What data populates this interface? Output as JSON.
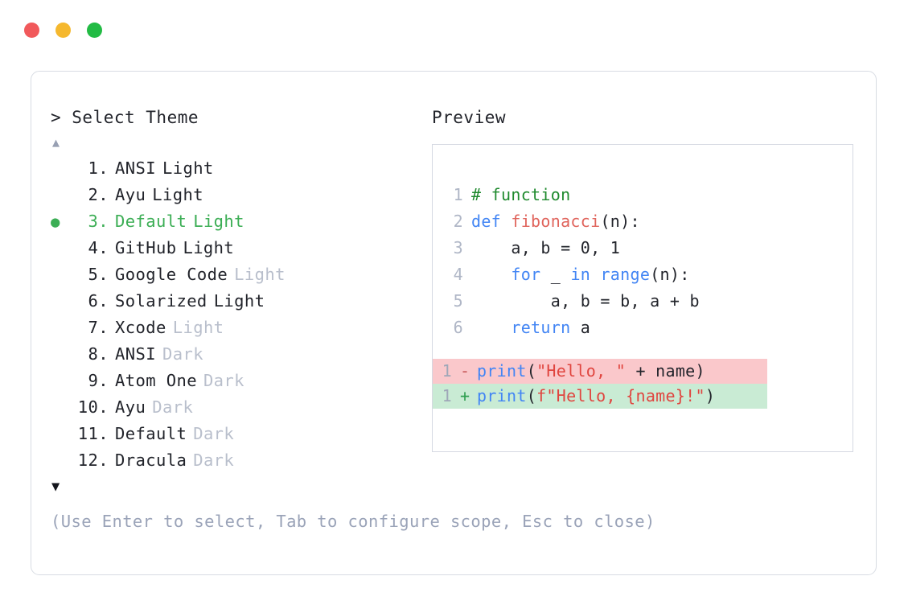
{
  "window": {
    "buttons": [
      {
        "name": "close",
        "color": "#F1595B"
      },
      {
        "name": "minimize",
        "color": "#F5B82E"
      },
      {
        "name": "maximize",
        "color": "#22BB44"
      }
    ]
  },
  "prompt": {
    "symbol": ">",
    "label": "Select Theme",
    "text": "> Select Theme"
  },
  "scroll": {
    "up_glyph": "▲",
    "down_glyph": "▼"
  },
  "selection": {
    "bullet_glyph": "●",
    "selected_index": 3,
    "accent_color": "#3CAE55"
  },
  "themes": [
    {
      "num": "1.",
      "name": "ANSI",
      "suffix": "Light",
      "dim": false,
      "selected": false,
      "bullet": ""
    },
    {
      "num": "2.",
      "name": "Ayu",
      "suffix": "Light",
      "dim": false,
      "selected": false,
      "bullet": ""
    },
    {
      "num": "3.",
      "name": "Default",
      "suffix": "Light",
      "dim": false,
      "selected": true,
      "bullet": "●"
    },
    {
      "num": "4.",
      "name": "GitHub",
      "suffix": "Light",
      "dim": false,
      "selected": false,
      "bullet": ""
    },
    {
      "num": "5.",
      "name": "Google Code",
      "suffix": "Light",
      "dim": true,
      "selected": false,
      "bullet": ""
    },
    {
      "num": "6.",
      "name": "Solarized",
      "suffix": "Light",
      "dim": false,
      "selected": false,
      "bullet": ""
    },
    {
      "num": "7.",
      "name": "Xcode",
      "suffix": "Light",
      "dim": true,
      "selected": false,
      "bullet": ""
    },
    {
      "num": "8.",
      "name": "ANSI",
      "suffix": "Dark",
      "dim": true,
      "selected": false,
      "bullet": ""
    },
    {
      "num": "9.",
      "name": "Atom One",
      "suffix": "Dark",
      "dim": true,
      "selected": false,
      "bullet": ""
    },
    {
      "num": "10.",
      "name": "Ayu",
      "suffix": "Dark",
      "dim": true,
      "selected": false,
      "bullet": ""
    },
    {
      "num": "11.",
      "name": "Default",
      "suffix": "Dark",
      "dim": true,
      "selected": false,
      "bullet": ""
    },
    {
      "num": "12.",
      "name": "Dracula",
      "suffix": "Dark",
      "dim": true,
      "selected": false,
      "bullet": ""
    }
  ],
  "footer": {
    "hint": "(Use Enter to select, Tab to configure scope, Esc to close)"
  },
  "preview": {
    "title": "Preview",
    "code_lines": [
      {
        "num": "1",
        "tokens": [
          {
            "t": "# function",
            "k": "comment"
          }
        ]
      },
      {
        "num": "2",
        "tokens": [
          {
            "t": "def ",
            "k": "kw"
          },
          {
            "t": "fibonacci",
            "k": "fn"
          },
          {
            "t": "(n):",
            "k": "plain"
          }
        ]
      },
      {
        "num": "3",
        "tokens": [
          {
            "t": "    a, b = 0, 1",
            "k": "plain"
          }
        ]
      },
      {
        "num": "4",
        "tokens": [
          {
            "t": "    ",
            "k": "plain"
          },
          {
            "t": "for",
            "k": "kw"
          },
          {
            "t": " _ ",
            "k": "plain"
          },
          {
            "t": "in",
            "k": "kw"
          },
          {
            "t": " ",
            "k": "plain"
          },
          {
            "t": "range",
            "k": "kw"
          },
          {
            "t": "(n):",
            "k": "plain"
          }
        ]
      },
      {
        "num": "5",
        "tokens": [
          {
            "t": "        a, b = b, a + b",
            "k": "plain"
          }
        ]
      },
      {
        "num": "6",
        "tokens": [
          {
            "t": "    ",
            "k": "plain"
          },
          {
            "t": "return",
            "k": "kw"
          },
          {
            "t": " a",
            "k": "plain"
          }
        ]
      }
    ],
    "diff_lines": [
      {
        "num": "1",
        "sign": "-",
        "type": "removed",
        "tokens": [
          {
            "t": "print",
            "k": "kw"
          },
          {
            "t": "(",
            "k": "plain"
          },
          {
            "t": "\"Hello, \"",
            "k": "str"
          },
          {
            "t": " + name)",
            "k": "plain"
          }
        ]
      },
      {
        "num": "1",
        "sign": "+",
        "type": "added",
        "tokens": [
          {
            "t": "print",
            "k": "kw"
          },
          {
            "t": "(",
            "k": "plain"
          },
          {
            "t": "f\"Hello, {name}!\"",
            "k": "str"
          },
          {
            "t": ")",
            "k": "plain"
          }
        ]
      }
    ]
  },
  "colors": {
    "accent_green": "#3CAE55",
    "comment": "#1F8A2E",
    "keyword": "#4285F4",
    "function": "#E0645C",
    "string": "#E0453F",
    "text": "#22242B",
    "dim_text": "#B9BFCC",
    "hint_text": "#9AA3B8",
    "line_number": "#AFB6C6",
    "border": "#D8DCE3",
    "diff_removed_bg": "#FAC8CB",
    "diff_added_bg": "#C9EBD4"
  }
}
